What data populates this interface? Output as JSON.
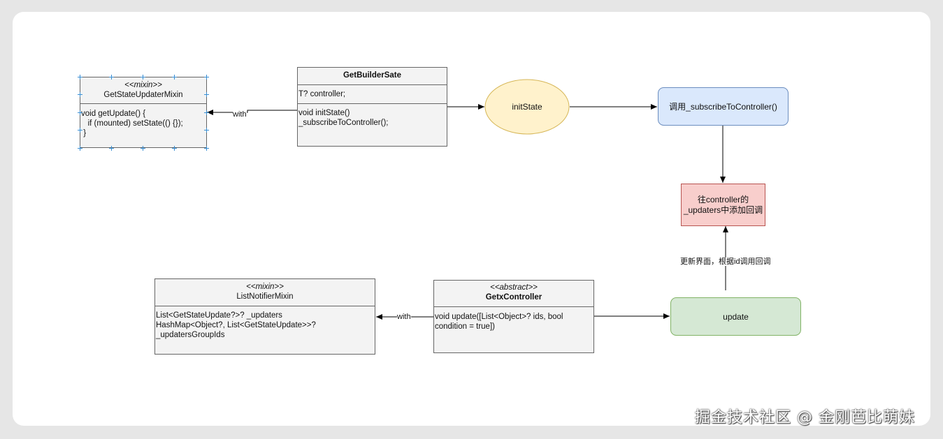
{
  "nodes": {
    "mixin_updater": {
      "stereotype": "<<mixin>>",
      "name": "GetStateUpdaterMixin",
      "methods": [
        "void getUpdate() {",
        "   if (mounted) setState(() {});",
        " }"
      ]
    },
    "builder_state": {
      "name": "GetBuilderSate",
      "attributes": [
        "T? controller;"
      ],
      "methods": [
        "void initState()",
        "_subscribeToController();"
      ]
    },
    "init_state": {
      "label": "initState"
    },
    "subscribe": {
      "label": "调用_subscribeToController()"
    },
    "add_callback": {
      "lines": [
        "往controller的",
        "_updaters中添加回调"
      ]
    },
    "update": {
      "label": "update"
    },
    "list_notifier": {
      "stereotype": "<<mixin>>",
      "name": "ListNotifierMixin",
      "fields": [
        "List<GetStateUpdate?>? _updaters",
        "HashMap<Object?, List<GetStateUpdate>>?",
        "_updatersGroupIds"
      ]
    },
    "getx_controller": {
      "stereotype": "<<abstract>>",
      "name": "GetxController",
      "methods": [
        "void update([List<Object>? ids, bool",
        "condition = true])"
      ]
    }
  },
  "edges": {
    "with_top": "with",
    "with_bottom": "with",
    "update_to_callback": "更新界面，根据id调用回调"
  },
  "colors": {
    "ellipse_fill": "#fff2cc",
    "ellipse_stroke": "#d6b656",
    "blue_fill": "#dae8fc",
    "blue_stroke": "#6c8ebf",
    "red_fill": "#f8cecc",
    "red_stroke": "#b85450",
    "green_fill": "#d5e8d4",
    "green_stroke": "#82b366",
    "selection_handles": "#3a8fd4"
  },
  "watermark": "掘金技术社区 @ 金刚芭比萌妹"
}
